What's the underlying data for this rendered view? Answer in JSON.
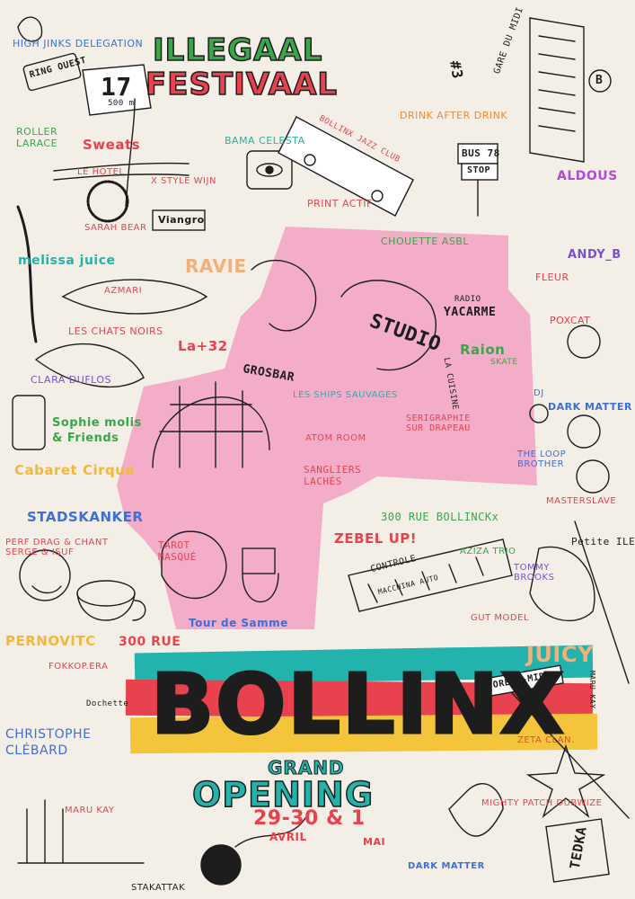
{
  "poster": {
    "header_artist": "HIGH JINKS DELEGATION",
    "title_line1": "ILLEGAAL",
    "title_line2": "FESTIVAAL",
    "edition": "#3",
    "gare_du_midi": "GARE DU MIDI",
    "ring_sign": "RING OUEST",
    "road_number": "17",
    "road_distance": "500 m",
    "bus_sign_line1": "BUS 78",
    "bus_sign_line2": "STOP",
    "bus_text": "BOLLINX JAZZ CLUB",
    "metro_badge": "B",
    "artists": {
      "roller": "ROLLER\nLARACE",
      "sweats": "Sweats",
      "bama": "BAMA CELESTA",
      "drink": "DRINK AFTER DRINK",
      "le_hotel": "LE HOTEL",
      "style_wijn": "X STYLE WIJN",
      "aldous": "ALDOUS",
      "sarah": "SARAH BEAR",
      "viangro": "Viangro",
      "print_actif": "PRINT ACTIF",
      "chouette": "CHOUETTE ASBL",
      "andy": "ANDY_B",
      "melissa": "melissa juice",
      "ravie": "RAVIE",
      "fleur": "FLEUR",
      "azmari": "AZMARI",
      "radio": "RADIO",
      "yacarme": "YACARME",
      "poxcat": "POXCAT",
      "chats_noirs": "LES CHATS NOIRS",
      "la32": "La+32",
      "studio": "STUDIO",
      "raion": "Raion",
      "skate": "SKATE",
      "grosbar": "GROSBAR",
      "la_cuisine": "LA CUISINE",
      "clara": "CLARA DUFLOS",
      "ships": "LES SHIPS SAUVAGES",
      "dj": "DJ",
      "dark_matter": "DARK MATTER",
      "sophie": "Sophie molis\n& Friends",
      "atom": "ATOM ROOM",
      "serigraphie": "SERIGRAPHIE\nSUR DRAPEAU",
      "loop": "THE LOOP\nBROTHER",
      "cabaret": "Cabaret Cirque",
      "sangliers": "SANGLIERS\nLACHÉS",
      "masterslave": "MASTERSLAVE",
      "stadskanker": "STADSKANKER",
      "rue300": "300 RUE BOLLINCKx",
      "perf": "PERF DRAG & CHANT\nSERGE & ISUF",
      "tarot": "TAROT\nMASQUÉ",
      "zebel": "ZEBEL UP!",
      "aziza": "AZIZA TRIO",
      "petite_ile": "Petite ILE",
      "controle": "CONTROLE",
      "tommy": "TOMMY\nBROOKS",
      "macchina": "MACCHINA AUTO",
      "tour": "Tour de Samme",
      "gut": "GUT MODEL",
      "pernovite": "PERNOVITC",
      "juicy": "JUICY",
      "fokkop": "FOKKOP.ERA",
      "forest": "FOREST-MIDI",
      "dochette": "Dochette",
      "christophe": "CHRISTOPHE\nCLÉBARD",
      "zeta": "ZETA CLAN.",
      "maru": "MARU KAY",
      "mighty": "MIGHTY PATCH DUBWIZE",
      "dark_matter2": "DARK MATTER",
      "stakattak": "STAKATTAK",
      "tedra": "TEDKA",
      "maru_side": "MARU KAY"
    },
    "main": {
      "rue_small": "300 RUE",
      "venue": "BOLLINX",
      "grand": "GRAND",
      "opening": "OPENING",
      "dates": "29-30 & 1",
      "avril": "AVRIL",
      "mai": "MAI"
    },
    "colors": {
      "background": "#f3efe6",
      "pink": "#f2a9c6",
      "teal": "#22b3ad",
      "red": "#e8424e",
      "yellow": "#f4c53a",
      "ink": "#1d1d1d",
      "orange": "#ee8a3a",
      "blue": "#3c6fd8",
      "green": "#3aa64a",
      "purple": "#7a4fd0"
    }
  }
}
